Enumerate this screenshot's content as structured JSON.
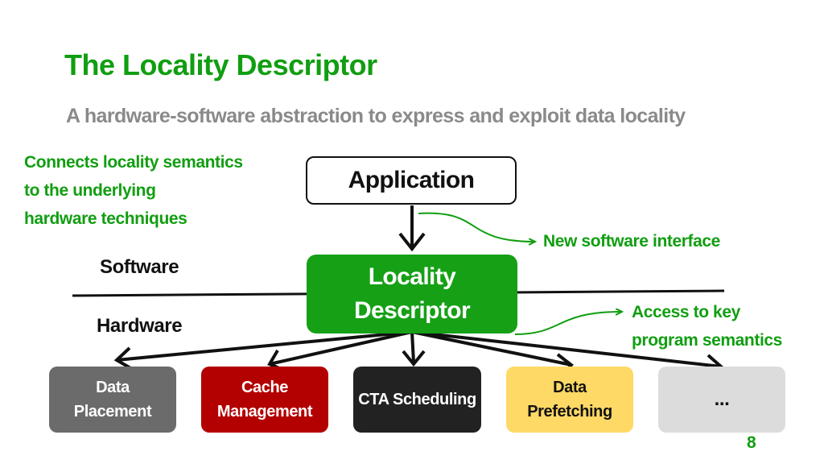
{
  "slide": {
    "title": "The Locality Descriptor",
    "subtitle": "A hardware-software abstraction to express and exploit data locality",
    "page_number": "8"
  },
  "notes": {
    "connects": [
      "Connects locality semantics",
      "to the underlying",
      "hardware techniques"
    ],
    "new_software_interface": "New software interface",
    "access": [
      "Access to key",
      "program semantics"
    ]
  },
  "layers": {
    "software": "Software",
    "hardware": "Hardware"
  },
  "nodes": {
    "application": "Application",
    "locality_descriptor": [
      "Locality",
      "Descriptor"
    ]
  },
  "hardware_techniques": [
    {
      "lines": [
        "Data",
        "Placement"
      ]
    },
    {
      "lines": [
        "Cache",
        "Management"
      ]
    },
    {
      "lines": [
        "CTA Scheduling"
      ]
    },
    {
      "lines": [
        "Data",
        "Prefetching"
      ]
    },
    {
      "lines": [
        "..."
      ]
    }
  ],
  "colors": {
    "accent_green": "#119e11",
    "descriptor_green": "#16a016",
    "data_placement": "#6b6b6b",
    "cache_management": "#b30000",
    "cta_scheduling": "#222222",
    "data_prefetching": "#ffd966",
    "more": "#dcdcdc"
  }
}
